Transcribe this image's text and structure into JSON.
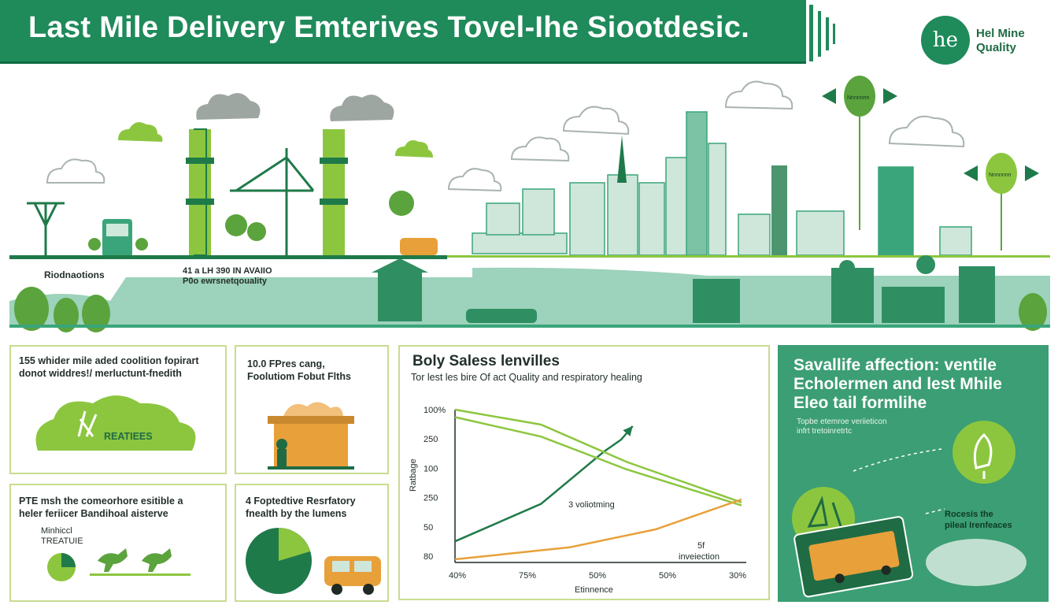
{
  "header": {
    "title": "Last Mile Delivery Emterives Tovel-Ihe Siootdesic.",
    "logo_mark": "he",
    "logo_line1": "Hel Mine",
    "logo_line2": "Quality",
    "colors": {
      "brand_green": "#1f8a5a",
      "lime": "#8cc63f",
      "orange": "#e8a03a"
    }
  },
  "scene": {
    "label_left": "Riodnaotions",
    "label_mid1": "41 a LH 390 IN AVAIIO",
    "label_mid2": "P0o ewrsnetqouality",
    "drone_label_1": "Nnnnnnn",
    "drone_label_2": "Nnnnnnn"
  },
  "cards": [
    {
      "id": "c1",
      "line1": "155 whider mile aded coolition fopirart",
      "line2": "donot widdres!/ merluctunt-fnedith",
      "badge": "REATIEES"
    },
    {
      "id": "c2",
      "line1": "10.0 FPres cang,",
      "line2": "Foolutiom Fobut Flths"
    },
    {
      "id": "c3",
      "line1": "PTE msh the comeorhore esitible a",
      "line2": "heler feriicer Bandihoal aisterve",
      "small1": "Minhiccl",
      "small2": "TREATUIE"
    },
    {
      "id": "c4",
      "line1": "4 Foptedtive Resrfatory",
      "line2": "fnealth by the lumens"
    }
  ],
  "chart_data": {
    "type": "line",
    "title": "Boly Saless lenvilles",
    "subtitle": "Tor lest les bire Of act Quality and respiratory healing",
    "xlabel": "Etinnence",
    "ylabel": "Ratbage",
    "x_tick_labels": [
      "40%",
      "75%",
      "50%",
      "50%",
      "30%"
    ],
    "y_tick_labels": [
      "100%",
      "250",
      "100",
      "250",
      "50",
      "80"
    ],
    "annotations": [
      "3 voliotming",
      "5f",
      "inveiection"
    ],
    "series": [
      {
        "color": "#1f7a4a",
        "values": [
          [
            0,
            12
          ],
          [
            0.3,
            37
          ],
          [
            0.52,
            72
          ],
          [
            0.58,
            80
          ],
          [
            0.62,
            89
          ]
        ]
      },
      {
        "color": "#8cc63f",
        "values": [
          [
            0,
            100
          ],
          [
            0.3,
            90
          ],
          [
            0.6,
            65
          ],
          [
            1,
            38
          ]
        ]
      },
      {
        "color": "#8cc63f",
        "values": [
          [
            0,
            95
          ],
          [
            0.3,
            82
          ],
          [
            0.6,
            60
          ],
          [
            1,
            36
          ]
        ]
      },
      {
        "color": "#e8a03a",
        "values": [
          [
            0,
            0
          ],
          [
            0.4,
            8
          ],
          [
            0.7,
            20
          ],
          [
            1,
            40
          ]
        ]
      }
    ]
  },
  "green_panel": {
    "title1": "Savallife affection: ventile",
    "title2": "Echolermen and lest  Mhile",
    "title3": "Eleo tail formlihe",
    "small1": "Topbe etemroe veriieticon",
    "small2": "infrt tretoinretrtc",
    "side1": "Rocesis the",
    "side2": "pileal Irenfeaces"
  }
}
